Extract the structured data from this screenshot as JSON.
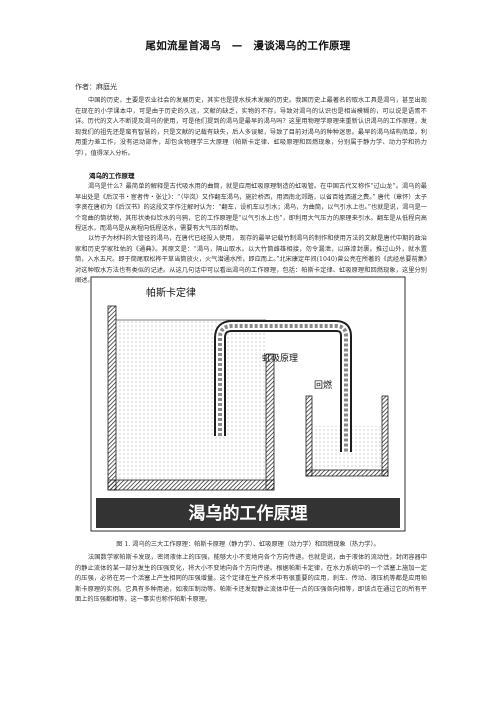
{
  "article": {
    "title": "尾如流星首渴乌　—　漫谈渴乌的工作原理",
    "author": "作者：麻庭光",
    "intro": "中国的历史，主要是农业社会的发展历史，其实也是提水技术发展的历史。我国历史上最著名的取水工具是渴乌，甚至出现在现在的小学课本中，可是由于历史的久远，文献的缺乏，实物的不存，导致对渴乌的认识也是相当模糊的，可以说是语焉不详。历代的文人不断提及渴乌的使用，可是他们提到的渴乌是最早的渴乌吗？这里用物理学原理来重新认识渴乌的工作原理，发现我们的祖先还是蛮有智慧的，只是文献的记载有缺失，后人多误解，导致了目前对渴乌的种种迷思。最早的渴乌结构简单，利用重力差工作，没有运动部件，却包含物理学三大原理（帕斯卡定律、虹吸原理和回燃现象，分别属于静力学、动力学和热力学），值得深入分析。",
    "section_heading": "渴乌的工作原理",
    "paragraph_1": "渴乌是什么？最简单的解释是古代吸水用的曲筒，就是应用虹吸原理制造的虹吸管。在中国古代又称作“过山龙”。渴乌的最早出处是《后汉书・宦者传・张让》：“（毕岚）又作翻车渴乌，施於桥西，用洒南北郊路，以省百姓洒道之费。” 唐代（章怀）太子李贤在唐初为《后汉书》的这段文字作注解时认为：“翻车，设机车以引水；渴乌，为曲筒，以气引水上也。”也就是说，渴乌是一个弯曲的筒状物，其形状类似饮水的乌鸦，它的工作原理是“以气引水上也”，即利用大气压力的原理来引水。翻车是从低程向高程送水，而渴乌是从高程向低程送水，需要有大气压的帮助。",
    "paragraph_2": "以竹子为材料的大管径的渴乌，在唐代已经投入使用， 现存的最早记载竹制渴乌的制作和使用方法的文献是唐代中期的政治家和历史学家杜佑的《通典》。其原文是：“渴乌，隔山取水。以大竹筒雌雄相接，勿令漏泄，以麻漆封裹。推过山外，就水置筒，入水五尺。即于筒尾取松桦干草当筒放火，火气潜通水所，即应而上。”北宋康定年间(1040)曾公亮在所著的《武经总要前集》对这种取水方法也有类似的记述。从这几句话中可以看出渴乌的工作原理，包括：帕斯卡定律、虹吸原理和回燃现象，这里分别阐述。",
    "paragraph_3": "法国数学家帕斯卡发现，密闭液体上的压强，能够大小不变地向各个方向传递。也就是说，由于液体的流动性，封闭容器中的静止流体的某一部分发生的压强变化，将大小不变地向各个方向传递。根据帕斯卡定律，在水力系统中的一个活塞上施加一定的压强，必将在另一个活塞上产生相同的压强增量。这个定律在生产技术中有很重要的应用，刹车、传动、液压机等都是应用帕斯卡原理的实例。它具有多种用途，如液压制动等。帕斯卡还发现静止流体中任一点的压强各向相等，即该点在通过它的所有平面上的压强都相等。这一事实也称作帕斯卡原理。"
  },
  "figure": {
    "label_pascal": "帕斯卡定律",
    "label_siphon": "虹吸原理",
    "label_combustion": "回燃",
    "banner": "渴乌的工作原理",
    "caption": "图 1. 渴乌的三大工作原理：帕斯卡原理（静力学）、虹吸原理（动力学）和回燃现象（热力学）。",
    "colors": {
      "frame": "#2c2c2c",
      "water": "#7a7a7a",
      "hatch": "#1e1e1e",
      "banner_bg": "#333333",
      "banner_text": "#ffffff"
    }
  }
}
